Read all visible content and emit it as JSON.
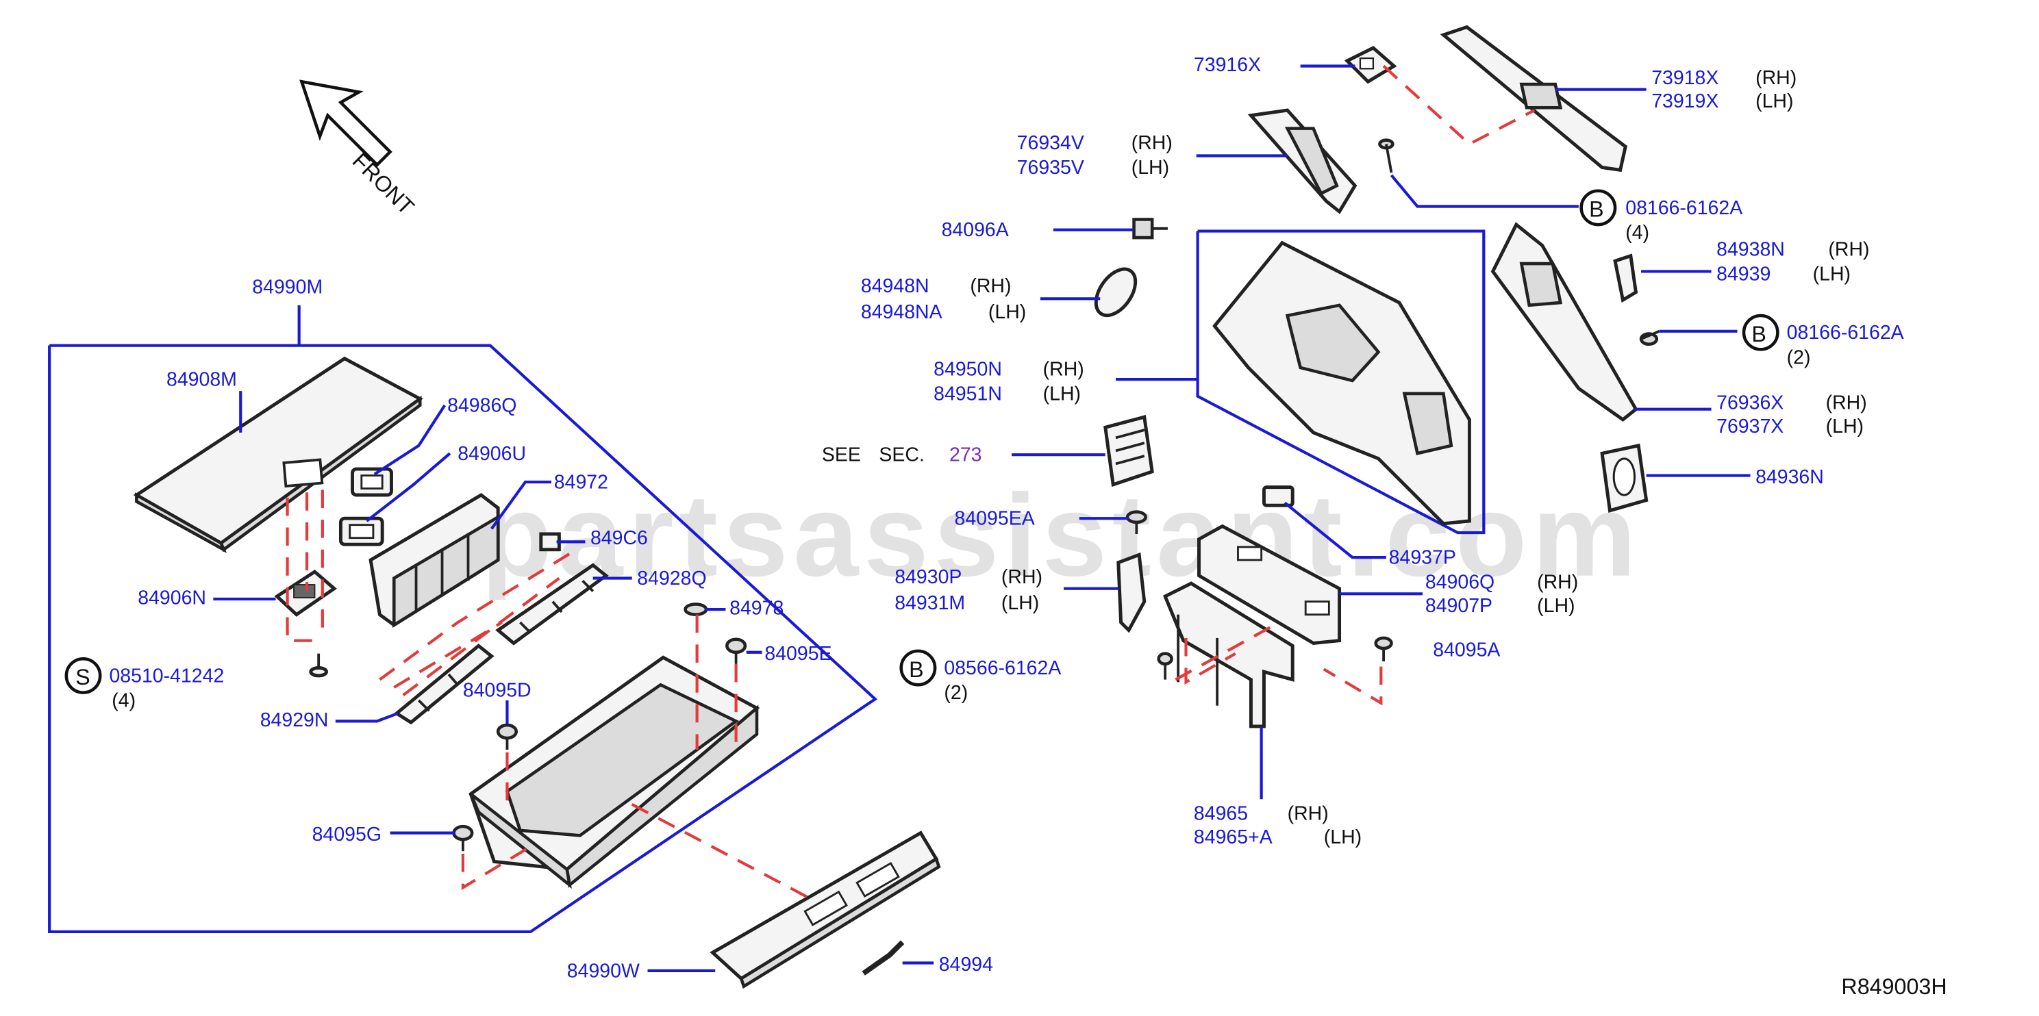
{
  "watermark": "partsassistant.com",
  "front_label": "FRONT",
  "figure_ref": "R849003H",
  "see_sec": {
    "see": "SEE",
    "sec": "SEC.",
    "num": "273"
  },
  "labels": {
    "p73916X": "73916X",
    "p73918X": "73918X",
    "p73919X": "73919X",
    "p76934V": "76934V",
    "p76935V": "76935V",
    "p84096A": "84096A",
    "p84948N": "84948N",
    "p84948NA": "84948NA",
    "p84950N": "84950N",
    "p84951N": "84951N",
    "p84095EA": "84095EA",
    "p84930P": "84930P",
    "p84931M": "84931M",
    "p08566": "08566-6162A",
    "p84937P": "84937P",
    "p84906Q": "84906Q",
    "p84907P": "84907P",
    "p84095A": "84095A",
    "p84965": "84965",
    "p84965A": "84965+A",
    "p08166a": "08166-6162A",
    "p08166b": "08166-6162A",
    "p84938N": "84938N",
    "p84939": "84939",
    "p76936X": "76936X",
    "p76937X": "76937X",
    "p84936N": "84936N",
    "p84990M": "84990M",
    "p84908M": "84908M",
    "p84986Q": "84986Q",
    "p84906U": "84906U",
    "p84972": "84972",
    "p849C6": "849C6",
    "p84928Q": "84928Q",
    "p84978": "84978",
    "p84095E": "84095E",
    "p84906N": "84906N",
    "p08510": "08510-41242",
    "p84929N": "84929N",
    "p84095D": "84095D",
    "p84095G": "84095G",
    "p84990W": "84990W",
    "p84994": "84994"
  },
  "sides": {
    "rh": "(RH)",
    "lh": "(LH)"
  },
  "quantities": {
    "q4a": "(4)",
    "q2a": "(2)",
    "q2b": "(2)",
    "q4b": "(4)"
  },
  "markers": {
    "b": "B",
    "s": "S"
  }
}
